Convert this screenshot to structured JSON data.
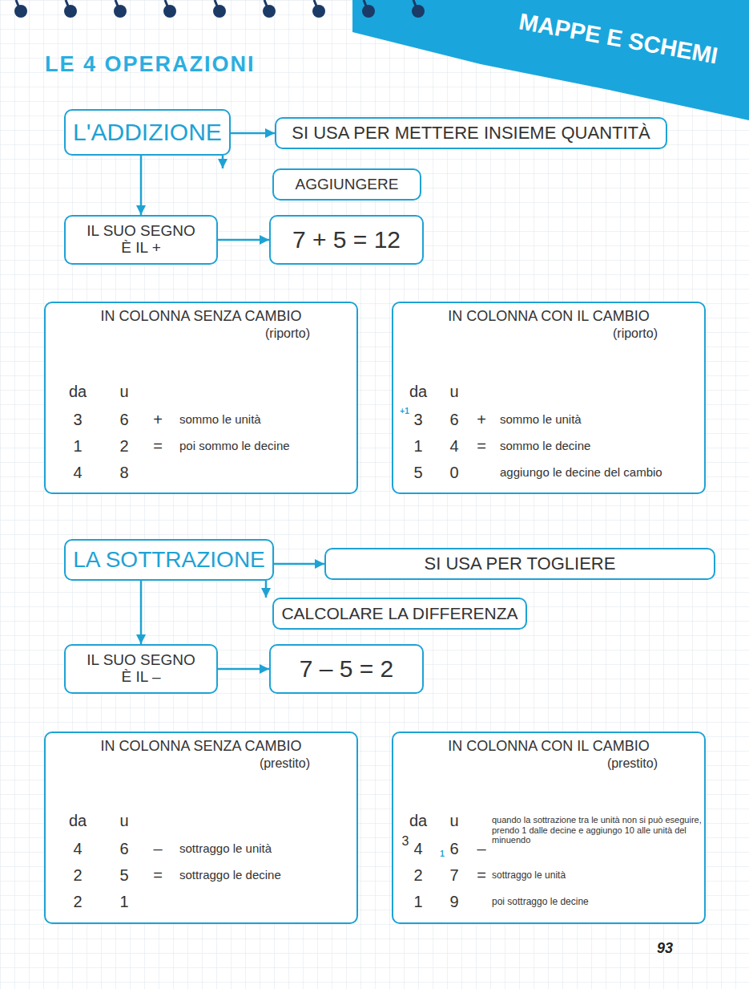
{
  "diagram": {
    "title": "LE 4 OPERAZIONI",
    "nodes": [
      {
        "text": [
          "L'ADDIZIONE"
        ]
      },
      {
        "text": [
          "SI USA PER METTERE INSIEME QUANTITÀ"
        ]
      },
      {
        "text": [
          "AGGIUNGERE"
        ]
      },
      {
        "text": [
          "IL SUO SEGNO È IL +"
        ]
      },
      {
        "text": [
          "7 + 5 = 12"
        ]
      },
      {
        "text": [
          "IN COLONNA SENZA CAMBIO",
          "(riporto)"
        ]
      },
      {
        "text": [
          "IN COLONNA CON IL CAMBIO",
          "(riporto)"
        ]
      },
      {
        "text": [
          "LA SOTTRAZIONE"
        ]
      },
      {
        "text": [
          "SI USA PER TOGLIERE"
        ]
      },
      {
        "text": [
          "CALCOLARE LA DIFFERENZA"
        ]
      },
      {
        "text": [
          "IL SUO SEGNO È IL –"
        ]
      },
      {
        "text": [
          "7 – 5 = 2"
        ]
      },
      {
        "text": [
          "IN COLONNA SENZA CAMBIO",
          "(prestito)"
        ]
      },
      {
        "text": [
          "IN COLONNA CON IL CAMBIO",
          "(prestito)"
        ]
      }
    ],
    "edges": [
      {
        "from": 0,
        "to": 1,
        "arrow": "to"
      },
      {
        "from": 0,
        "to": 2,
        "arrow": "to"
      },
      {
        "from": 0,
        "to": 3,
        "arrow": "to"
      },
      {
        "from": 3,
        "to": 4,
        "arrow": "to"
      },
      {
        "from": 7,
        "to": 8,
        "arrow": "to"
      },
      {
        "from": 7,
        "to": 9,
        "arrow": "to"
      },
      {
        "from": 7,
        "to": 10,
        "arrow": "to"
      },
      {
        "from": 10,
        "to": 11,
        "arrow": "to"
      }
    ],
    "labels": [
      "MAPPE E SCHEMI",
      "93",
      "da",
      "u",
      "3",
      "6",
      "1",
      "2",
      "4",
      "8",
      "+",
      "=",
      "sommo le unità",
      "poi sommo le decine",
      "+1",
      "da",
      "u",
      "3",
      "6",
      "1",
      "4",
      "5",
      "0",
      "+",
      "=",
      "sommo le unità",
      "sommo le decine",
      "aggiungo le decine del cambio",
      "da",
      "u",
      "4",
      "6",
      "2",
      "5",
      "2",
      "1",
      "–",
      "=",
      "sottraggo le unità",
      "sottraggo le decine",
      "3",
      "da",
      "u",
      "4",
      "1",
      "6",
      "2",
      "7",
      "1",
      "9",
      "–",
      "=",
      "quando la sottrazione tra le unità non si può eseguire, prendo 1 dalle decine e aggiungo 10 alle unità del minuendo",
      "sottraggo le unità",
      "poi sottraggo le decine"
    ]
  }
}
